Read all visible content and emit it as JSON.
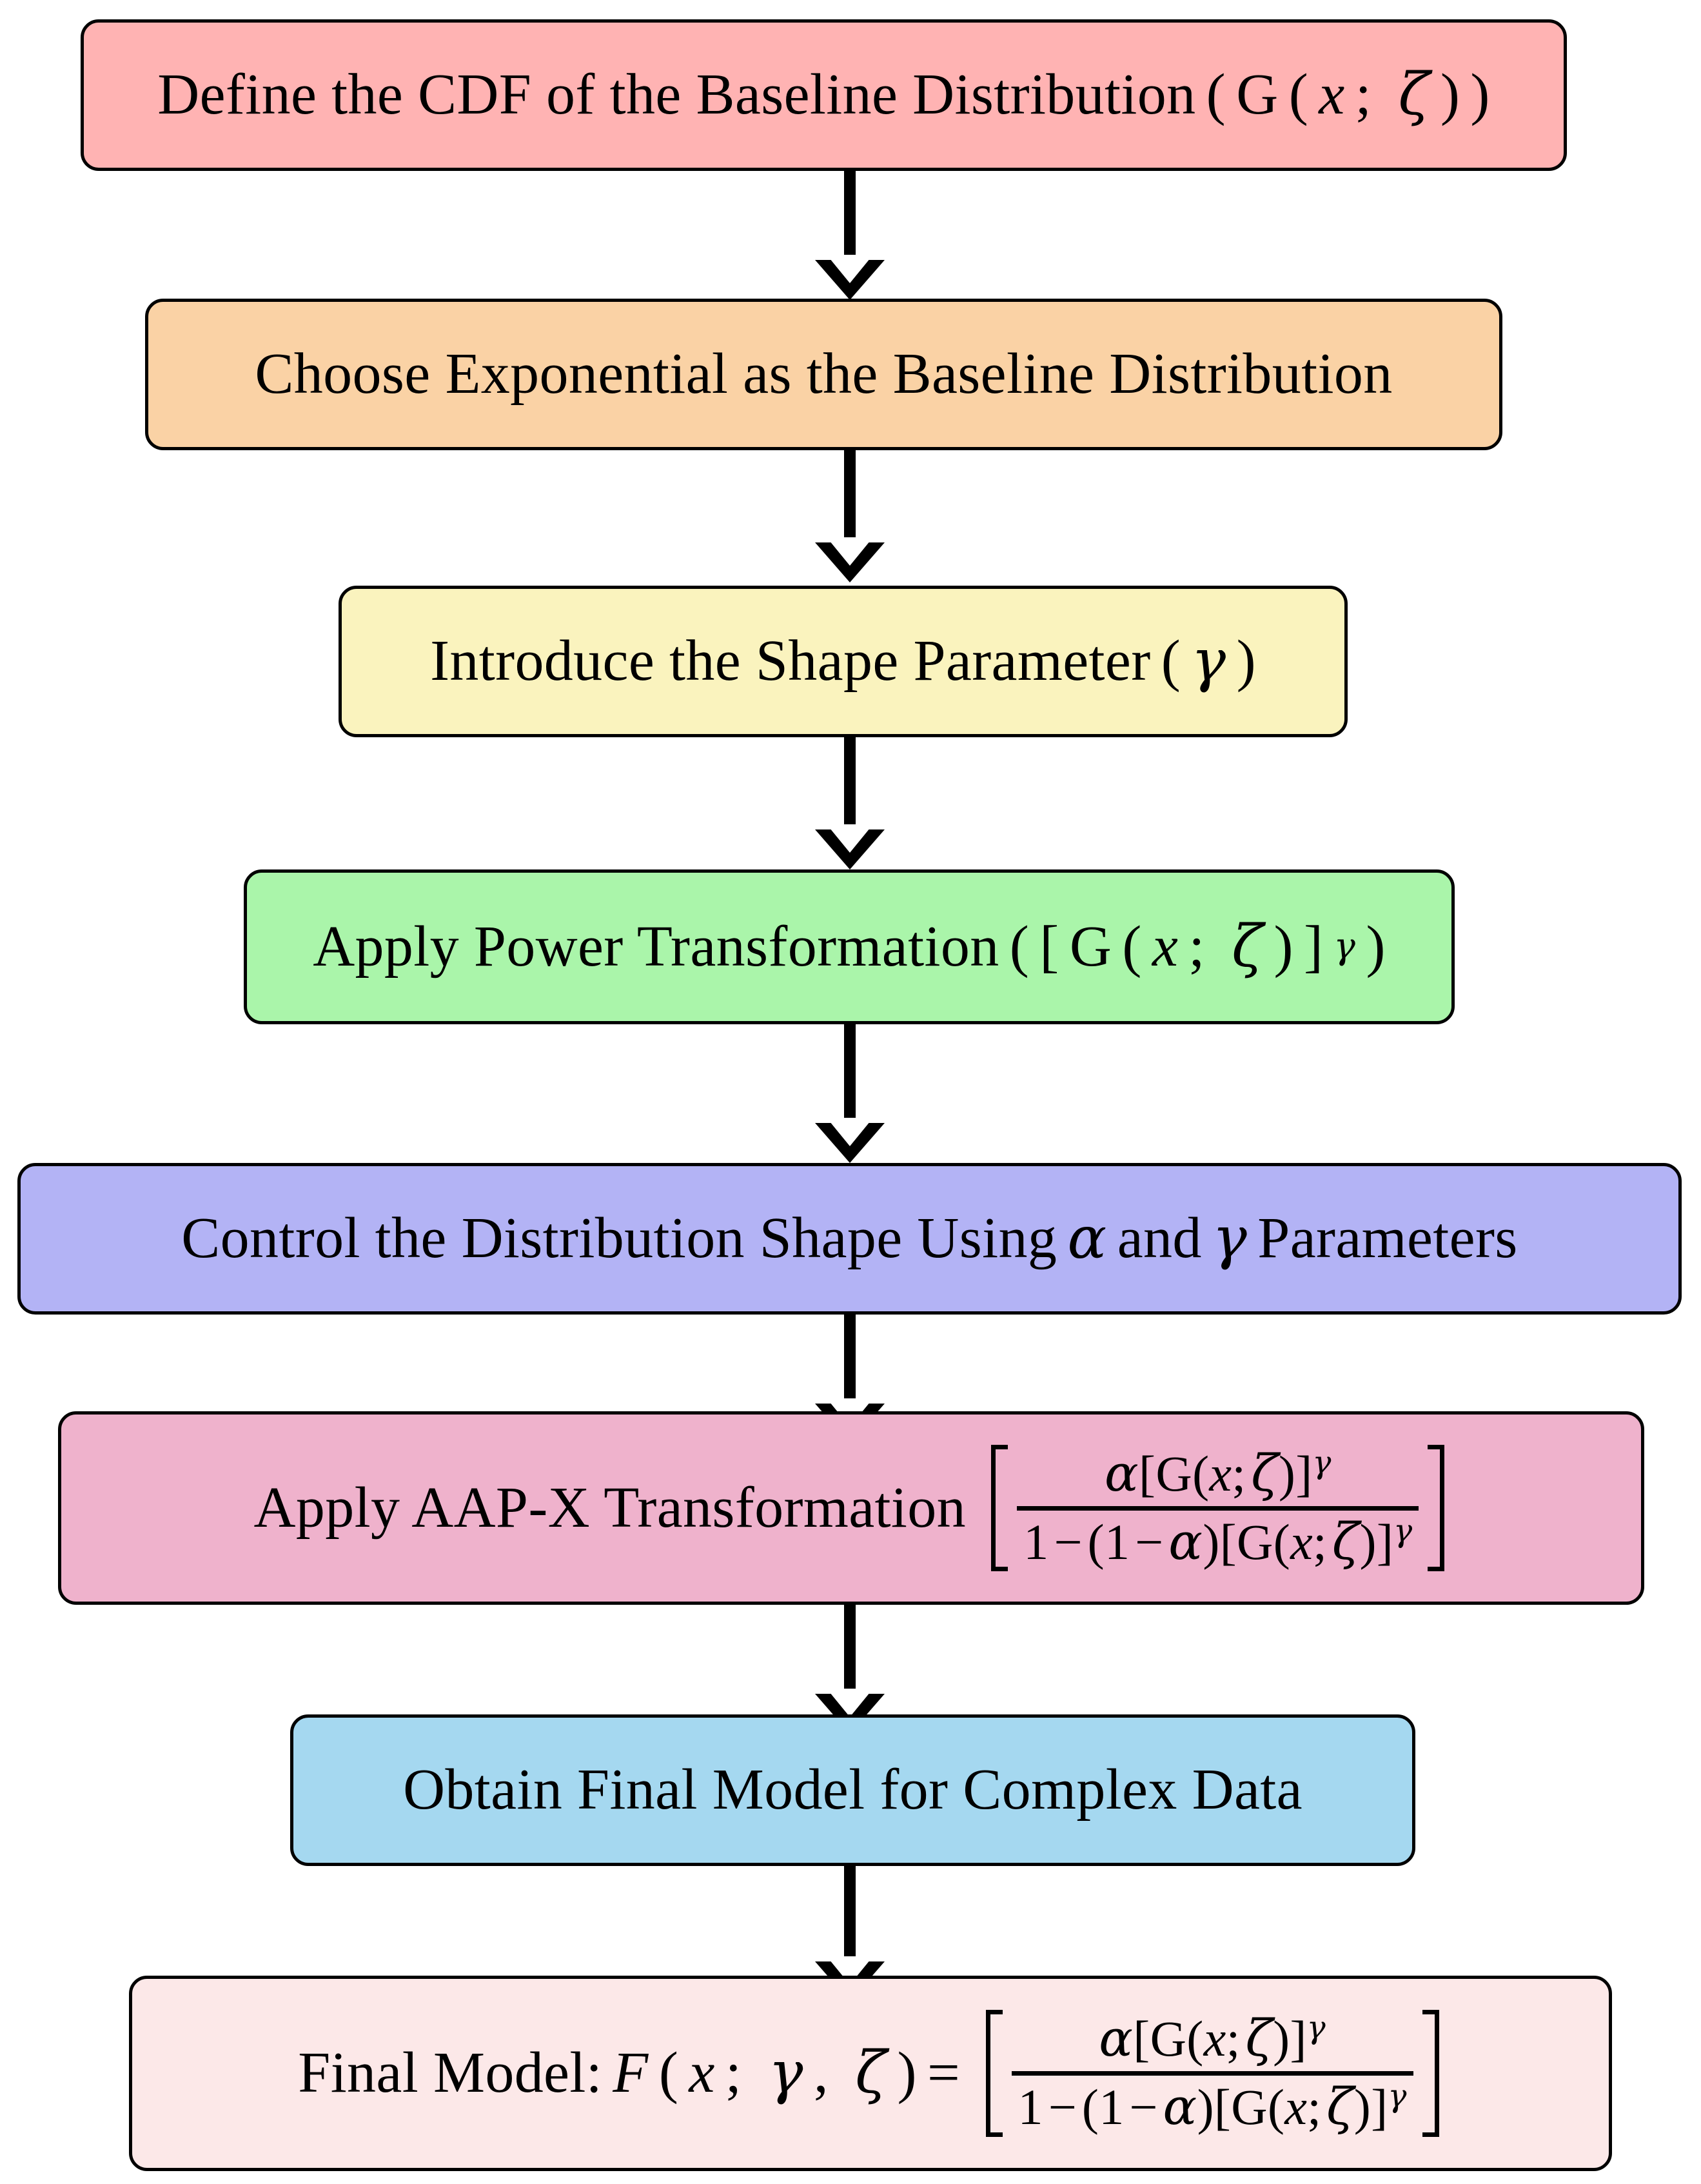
{
  "diagram": {
    "title": "AAP-X Transformation Model Derivation Flowchart",
    "orientation": "top-to-bottom",
    "background": "#ffffff",
    "edge_color": "#000000",
    "border_color": "#000000"
  },
  "nodes": [
    {
      "id": "define-cdf",
      "order": 1,
      "text": "Define the CDF of the Baseline Distribution (G(x; ζ))",
      "plain": "Define the CDF of the Baseline Distribution",
      "math": "(G(x; ζ))",
      "fill": "#FFB3B3"
    },
    {
      "id": "choose-exponential",
      "order": 2,
      "text": "Choose Exponential as the Baseline Distribution",
      "plain": "Choose Exponential as the Baseline Distribution",
      "math": "",
      "fill": "#FAD2A5"
    },
    {
      "id": "introduce-shape-parameter",
      "order": 3,
      "text": "Introduce the Shape Parameter (γ)",
      "plain": "Introduce the Shape Parameter",
      "math": "(γ)",
      "fill": "#FAF3BE"
    },
    {
      "id": "apply-power-transformation",
      "order": 4,
      "text": "Apply Power Transformation ([G(x; ζ)]^γ)",
      "plain": "Apply Power Transformation",
      "math": "([G(x; ζ)]γ)",
      "fill": "#AAF5AA"
    },
    {
      "id": "control-distribution-shape",
      "order": 5,
      "text": "Control the Distribution Shape Using α and γ Parameters",
      "plain": "Control the Distribution Shape Using α and γ Parameters",
      "math": "",
      "fill": "#B3B3F5"
    },
    {
      "id": "apply-aapx-transformation",
      "order": 6,
      "text": "Apply AAP-X Transformation [ α[G(x; ζ)]^γ / (1 − (1 − α)[G(x; ζ)]^γ) ]",
      "plain": "Apply AAP-X Transformation",
      "math": "fraction",
      "fill": "#EFB2CC"
    },
    {
      "id": "obtain-final-model",
      "order": 7,
      "text": "Obtain Final Model for Complex Data",
      "plain": "Obtain Final Model for Complex Data",
      "math": "",
      "fill": "#A5D8F0"
    },
    {
      "id": "final-model",
      "order": 8,
      "text": "Final Model: F(x; γ, ζ) = [ α[G(x; ζ)]^γ / (1 − (1 − α)[G(x; ζ)]^γ) ]",
      "plain": "Final Model:",
      "math": "F(x; γ, ζ) = fraction",
      "fill": "#FCE8E8"
    }
  ],
  "labels": {
    "node1_plain": "Define the CDF of the Baseline Distribution",
    "node2_plain": "Choose Exponential as the Baseline Distribution",
    "node3_plain": "Introduce the Shape Parameter",
    "node4_plain": "Apply Power Transformation",
    "node5_plain": "Control the Distribution Shape Using",
    "node5_mid": "and",
    "node5_tail": "Parameters",
    "node6_plain": "Apply AAP-X Transformation",
    "node7_plain": "Obtain Final Model for Complex Data",
    "node8_plain": "Final Model:"
  },
  "symbols": {
    "alpha": "α",
    "gamma": "γ",
    "zeta": "ζ",
    "G": "G",
    "F": "F",
    "x": "x",
    "one": "1",
    "minus": "−",
    "equals": "=",
    "semicolon": ";",
    "comma": ",",
    "lparen": "(",
    "rparen": ")",
    "lbracket": "[",
    "rbracket": "]"
  },
  "edges": [
    {
      "from": "define-cdf",
      "to": "choose-exponential"
    },
    {
      "from": "choose-exponential",
      "to": "introduce-shape-parameter"
    },
    {
      "from": "introduce-shape-parameter",
      "to": "apply-power-transformation"
    },
    {
      "from": "apply-power-transformation",
      "to": "control-distribution-shape"
    },
    {
      "from": "control-distribution-shape",
      "to": "apply-aapx-transformation"
    },
    {
      "from": "apply-aapx-transformation",
      "to": "obtain-final-model"
    },
    {
      "from": "obtain-final-model",
      "to": "final-model"
    }
  ]
}
